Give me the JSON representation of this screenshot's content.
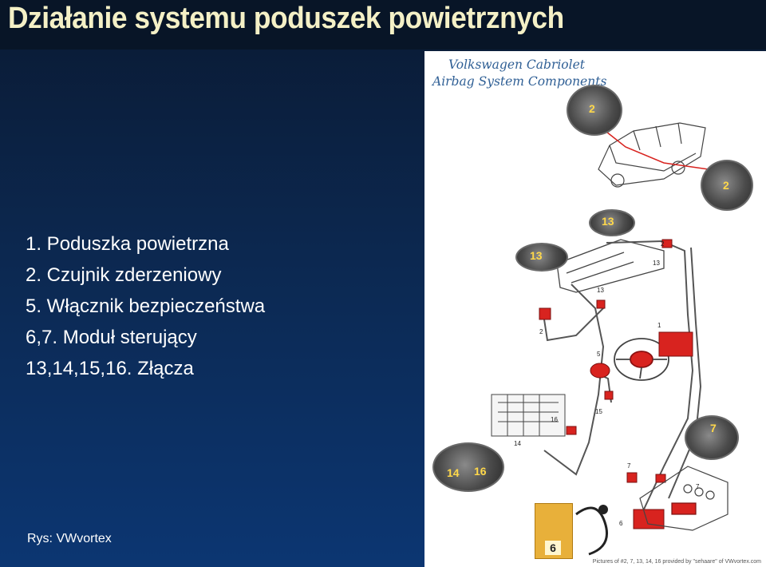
{
  "slide": {
    "title": "Działanie systemu poduszek powietrznych",
    "items": [
      "1. Poduszka powietrzna",
      "2. Czujnik zderzeniowy",
      "5. Włącznik bezpieczeństwa",
      "6,7. Moduł sterujący",
      "13,14,15,16. Złącza"
    ],
    "credit": "Rys: VWvortex"
  },
  "figure": {
    "title_line1": "Volkswagen Cabriolet",
    "title_line2": "Airbag System Components",
    "credit": "Pictures of #2, 7, 13, 14, 16 provided by \"sehaare\" of VWvortex.com",
    "callouts": {
      "c2_top": "2",
      "c2_right": "2",
      "c13_top": "13",
      "c13_left": "13",
      "c7": "7",
      "c14": "14",
      "c16": "16",
      "c6": "6"
    },
    "labels": [
      "2",
      "13",
      "13",
      "2",
      "1",
      "5",
      "15",
      "16",
      "14",
      "7",
      "7",
      "6"
    ],
    "colors": {
      "highlight": "#d8231f",
      "line": "#555555"
    }
  }
}
